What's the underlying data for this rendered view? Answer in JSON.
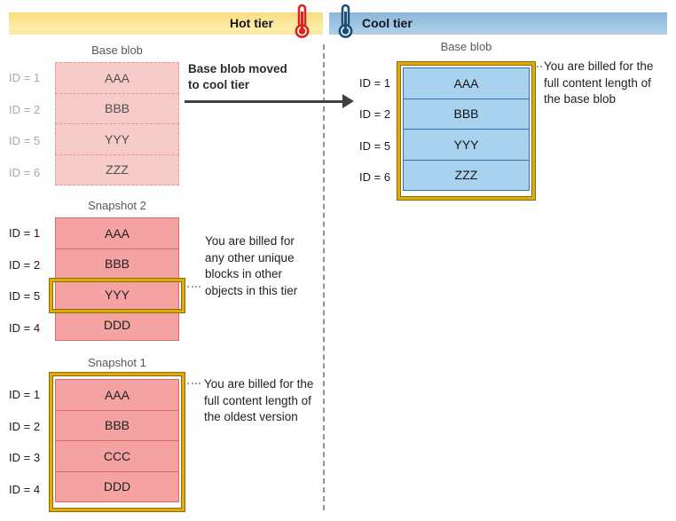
{
  "header": {
    "hot_label": "Hot tier",
    "cool_label": "Cool tier"
  },
  "hot": {
    "base_blob": {
      "title": "Base blob",
      "rows": [
        {
          "id": "ID = 1",
          "block": "AAA"
        },
        {
          "id": "ID = 2",
          "block": "BBB"
        },
        {
          "id": "ID = 5",
          "block": "YYY"
        },
        {
          "id": "ID = 6",
          "block": "ZZZ"
        }
      ]
    },
    "move_note": {
      "line1": "Base blob moved",
      "line2": "to cool tier"
    },
    "snapshot2": {
      "title": "Snapshot 2",
      "rows": [
        {
          "id": "ID = 1",
          "block": "AAA"
        },
        {
          "id": "ID = 2",
          "block": "BBB"
        },
        {
          "id": "ID = 5",
          "block": "YYY"
        },
        {
          "id": "ID = 4",
          "block": "DDD"
        }
      ],
      "highlighted_block": "YYY",
      "note_lines": [
        "You are billed for",
        "any other unique",
        "blocks in other",
        "objects in this tier"
      ]
    },
    "snapshot1": {
      "title": "Snapshot 1",
      "rows": [
        {
          "id": "ID = 1",
          "block": "AAA"
        },
        {
          "id": "ID = 2",
          "block": "BBB"
        },
        {
          "id": "ID = 3",
          "block": "CCC"
        },
        {
          "id": "ID = 4",
          "block": "DDD"
        }
      ],
      "highlighted": "whole table",
      "note_lines": [
        "You are billed for the",
        "full content length of",
        "the oldest version"
      ]
    }
  },
  "cool": {
    "base_blob": {
      "title": "Base blob",
      "rows": [
        {
          "id": "ID = 1",
          "block": "AAA"
        },
        {
          "id": "ID = 2",
          "block": "BBB"
        },
        {
          "id": "ID = 5",
          "block": "YYY"
        },
        {
          "id": "ID = 6",
          "block": "ZZZ"
        }
      ],
      "highlighted": "whole table",
      "note_lines": [
        "You are billed for the",
        "full content length of",
        "the base blob"
      ]
    }
  },
  "colors": {
    "hot_bar": "#f9dd80",
    "cool_bar": "#9dc3e4",
    "hot_thermometer": "#de231b",
    "cool_thermometer": "#1d4e79",
    "faded_block_fill": "#f8cbcb",
    "faded_block_border": "#ee8f8f",
    "snapshot_block_fill": "#f4a2a2",
    "snapshot_block_border": "#d96a6a",
    "cool_block_fill": "#a9d2ef",
    "cool_block_border": "#3372ad",
    "highlight_gold": "#e0ab10"
  }
}
